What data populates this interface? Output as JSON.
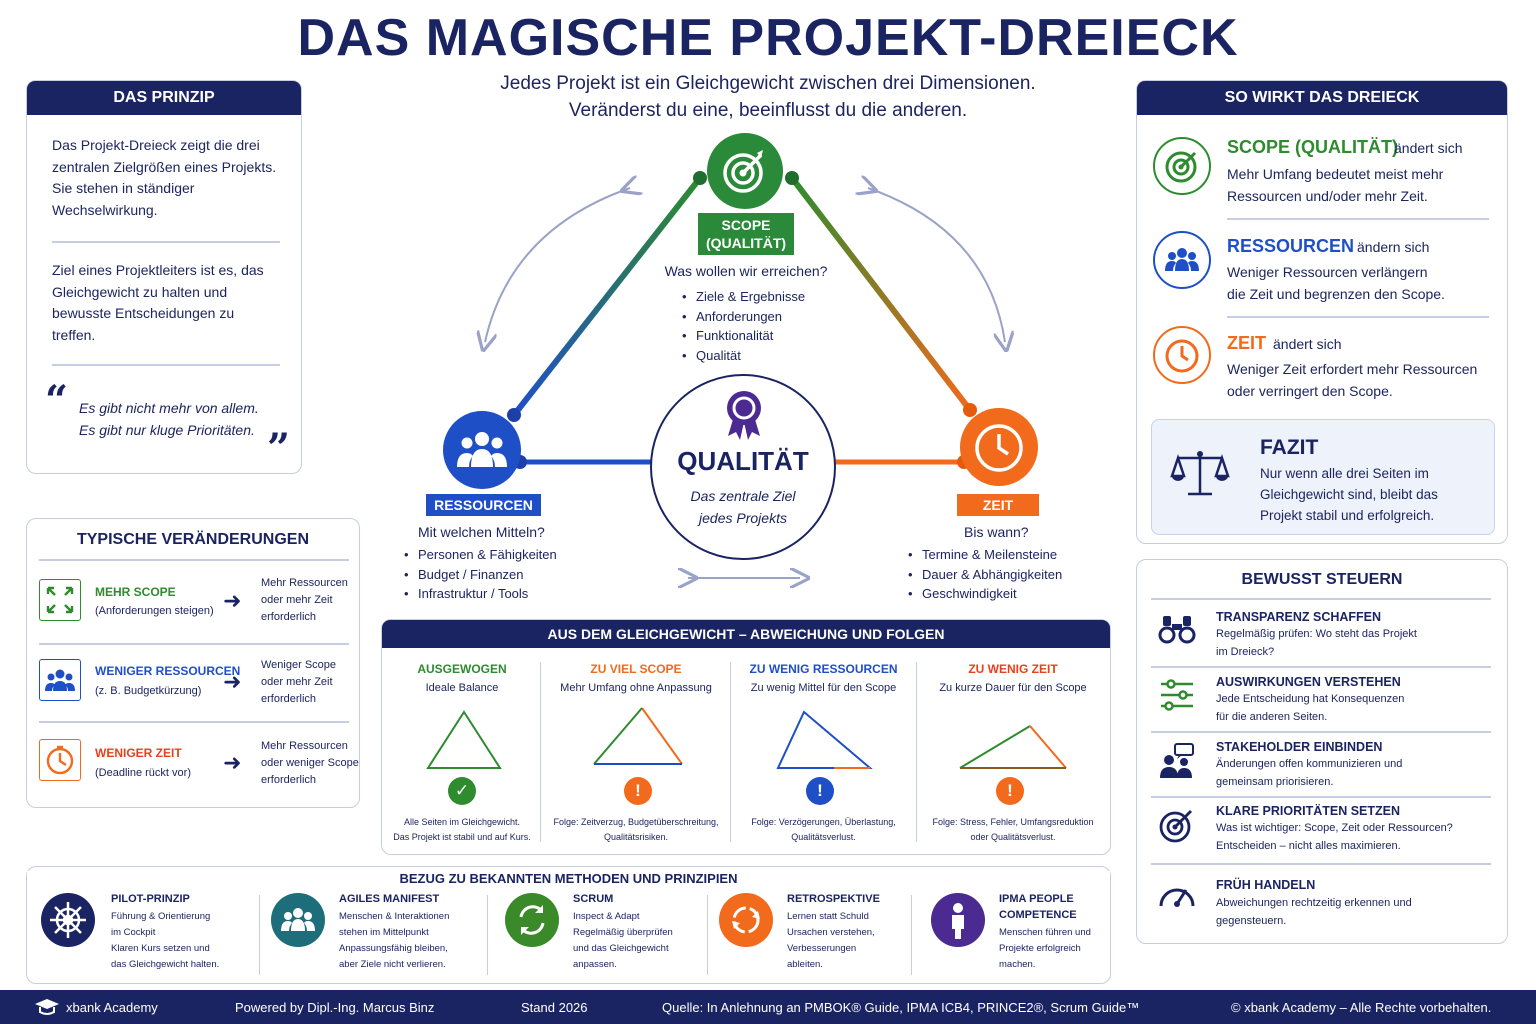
{
  "title": "DAS MAGISCHE PROJEKT-DREIECK",
  "subtitle_line1": "Jedes Projekt ist ein Gleichgewicht zwischen drei Dimensionen.",
  "subtitle_line2": "Veränderst du eine, beeinflusst du die anderen.",
  "colors": {
    "navy": "#1b2462",
    "green": "#2e8b2e",
    "blue": "#1f4fc7",
    "orange": "#f26a1b",
    "purple": "#4b2b91",
    "teal": "#1d6e7a"
  },
  "prinzip": {
    "header": "DAS PRINZIP",
    "p1": "Das Projekt-Dreieck zeigt die drei zentralen Zielgrößen eines Projekts. Sie stehen in ständiger Wechselwirkung.",
    "p2": "Ziel eines Projektleiters ist es, das Gleichgewicht zu halten und bewusste Entscheidungen zu treffen.",
    "quote_line1": "Es gibt nicht mehr von allem.",
    "quote_line2": "Es gibt nur kluge Prioritäten."
  },
  "typische": {
    "header": "TYPISCHE VERÄNDERUNGEN",
    "items": [
      {
        "title": "MEHR SCOPE",
        "sub": "(Anforderungen steigen)",
        "result": "Mehr Ressourcen oder mehr Zeit erforderlich",
        "icon": "expand-icon"
      },
      {
        "title": "WENIGER RESSOURCEN",
        "sub": "(z. B. Budgetkürzung)",
        "result": "Weniger Scope oder mehr Zeit erforderlich",
        "icon": "people-icon"
      },
      {
        "title": "WENIGER ZEIT",
        "sub": "(Deadline rückt vor)",
        "result": "Mehr Ressourcen oder weniger Scope erforderlich",
        "icon": "clock-icon"
      }
    ]
  },
  "triangle": {
    "scope": {
      "label1": "SCOPE",
      "label2": "(QUALITÄT)",
      "question": "Was wollen wir erreichen?",
      "bullets": [
        "Ziele & Ergebnisse",
        "Anforderungen",
        "Funktionalität",
        "Qualität"
      ]
    },
    "ressourcen": {
      "label": "RESSOURCEN",
      "question": "Mit welchen Mitteln?",
      "bullets": [
        "Personen & Fähigkeiten",
        "Budget / Finanzen",
        "Infrastruktur / Tools"
      ]
    },
    "zeit": {
      "label": "ZEIT",
      "question": "Bis wann?",
      "bullets": [
        "Termine & Meilensteine",
        "Dauer & Abhängigkeiten",
        "Geschwindigkeit"
      ]
    },
    "center": {
      "title": "QUALITÄT",
      "sub1": "Das zentrale Ziel",
      "sub2": "jedes Projekts"
    }
  },
  "gleichgewicht": {
    "header": "AUS DEM GLEICHGEWICHT – ABWEICHUNG UND FOLGEN",
    "cols": [
      {
        "title": "AUSGEWOGEN",
        "sub": "Ideale Balance",
        "result_line1": "Alle Seiten im Gleichgewicht.",
        "result_line2": "Das Projekt ist stabil und auf Kurs.",
        "color": "#2e8b2e"
      },
      {
        "title": "ZU VIEL SCOPE",
        "sub": "Mehr Umfang ohne Anpassung",
        "result_line1": "Folge: Zeitverzug, Budgetüberschreitung,",
        "result_line2": "Qualitätsrisiken.",
        "color": "#f26a1b"
      },
      {
        "title": "ZU WENIG RESSOURCEN",
        "sub": "Zu wenig Mittel für den Scope",
        "result_line1": "Folge: Verzögerungen, Überlastung,",
        "result_line2": "Qualitätsverlust.",
        "color": "#1f4fc7"
      },
      {
        "title": "ZU WENIG ZEIT",
        "sub": "Zu kurze Dauer für den Scope",
        "result_line1": "Folge: Stress, Fehler, Umfangsreduktion",
        "result_line2": "oder Qualitätsverlust.",
        "color": "#e8401c"
      }
    ]
  },
  "methoden": {
    "header": "BEZUG ZU BEKANNTEN METHODEN UND PRINZIPIEN",
    "items": [
      {
        "title": "PILOT-PRINZIP",
        "lines": [
          "Führung & Orientierung",
          "im Cockpit",
          "Klaren Kurs setzen und",
          "das Gleichgewicht halten."
        ],
        "color": "#1b2462",
        "icon": "helm-icon"
      },
      {
        "title": "AGILES MANIFEST",
        "lines": [
          "Menschen & Interaktionen",
          "stehen im Mittelpunkt",
          "Anpassungsfähig bleiben,",
          "aber Ziele nicht verlieren."
        ],
        "color": "#1d6e7a",
        "icon": "team-icon"
      },
      {
        "title": "SCRUM",
        "lines": [
          "Inspect & Adapt",
          "Regelmäßig überprüfen",
          "und das Gleichgewicht",
          "anpassen."
        ],
        "color": "#3a8a2a",
        "icon": "cycle-icon"
      },
      {
        "title": "RETROSPEKTIVE",
        "lines": [
          "Lernen statt Schuld",
          "Ursachen verstehen,",
          "Verbesserungen",
          "ableiten."
        ],
        "color": "#f26a1b",
        "icon": "refresh-icon"
      },
      {
        "title": "IPMA PEOPLE",
        "title2": "COMPETENCE",
        "lines": [
          "Menschen führen und",
          "Projekte erfolgreich",
          "machen."
        ],
        "color": "#4b2b91",
        "icon": "person-icon"
      }
    ]
  },
  "wirkt": {
    "header": "SO WIRKT DAS DREIECK",
    "items": [
      {
        "title": "SCOPE (QUALITÄT)",
        "suffix": "ändert sich",
        "line1": "Mehr Umfang bedeutet meist mehr",
        "line2": "Ressourcen und/oder mehr Zeit.",
        "color": "#2e8b2e",
        "icon": "target-icon"
      },
      {
        "title": "RESSOURCEN",
        "suffix": "ändern sich",
        "line1": "Weniger Ressourcen verlängern",
        "line2": "die Zeit und begrenzen den Scope.",
        "color": "#1f4fc7",
        "icon": "people-icon"
      },
      {
        "title": "ZEIT",
        "suffix": "ändert sich",
        "line1": "Weniger Zeit erfordert mehr Ressourcen",
        "line2": "oder verringert den Scope.",
        "color": "#f26a1b",
        "icon": "clock-icon"
      }
    ],
    "fazit": {
      "title": "FAZIT",
      "line1": "Nur wenn alle drei Seiten im",
      "line2": "Gleichgewicht sind, bleibt das",
      "line3": "Projekt stabil und erfolgreich."
    }
  },
  "steuern": {
    "header": "BEWUSST STEUERN",
    "items": [
      {
        "title": "TRANSPARENZ SCHAFFEN",
        "line1": "Regelmäßig prüfen: Wo steht das Projekt",
        "line2": "im Dreieck?",
        "icon": "binoculars-icon"
      },
      {
        "title": "AUSWIRKUNGEN VERSTEHEN",
        "line1": "Jede Entscheidung hat Konsequenzen",
        "line2": "für die anderen Seiten.",
        "icon": "sliders-icon"
      },
      {
        "title": "STAKEHOLDER EINBINDEN",
        "line1": "Änderungen offen kommunizieren und",
        "line2": "gemeinsam priorisieren.",
        "icon": "stakeholder-icon"
      },
      {
        "title": "KLARE PRIORITÄTEN SETZEN",
        "line1": "Was ist wichtiger: Scope, Zeit oder Ressourcen?",
        "line2": "Entscheiden – nicht alles maximieren.",
        "icon": "target-icon"
      },
      {
        "title": "FRÜH HANDELN",
        "line1": "Abweichungen rechtzeitig erkennen und",
        "line2": "gegensteuern.",
        "icon": "gauge-icon"
      }
    ]
  },
  "footer": {
    "academy": "xbank Academy",
    "powered": "Powered by Dipl.-Ing. Marcus Binz",
    "stand": "Stand 2026",
    "quelle": "Quelle: In Anlehnung an PMBOK® Guide, IPMA ICB4, PRINCE2®, Scrum Guide™",
    "copyright": "© xbank Academy – Alle Rechte vorbehalten."
  }
}
